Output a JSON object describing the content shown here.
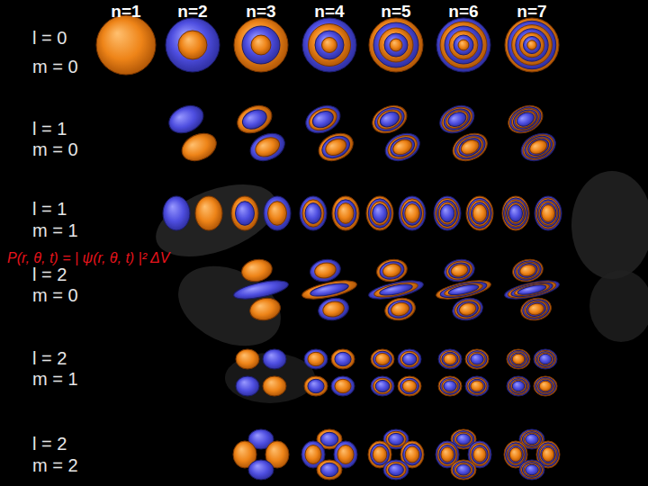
{
  "diagram": {
    "labels": [
      "n=1",
      "n=2",
      "n=3",
      "n=4",
      "n=5",
      "n=6",
      "n=7",
      "l = 0",
      "m = 0",
      "l = 1",
      "m = 0",
      "l = 1",
      "m = 1",
      "P(r, θ, t) = | ψ(r, θ, t) |² ΔV",
      "l = 2",
      "m = 0",
      "l = 2",
      "m = 1",
      "l = 2",
      "m = 2"
    ]
  }
}
